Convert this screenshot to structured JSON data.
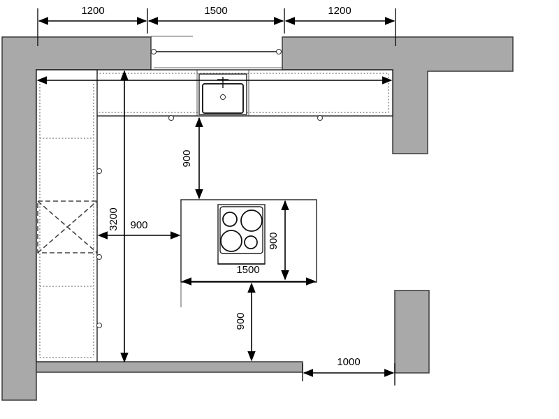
{
  "dimensions": {
    "top_left_width": "1200",
    "top_opening": "1500",
    "top_right_width": "1200",
    "cabinet_run_length": "3200",
    "side_clearance": "900",
    "top_clearance": "900",
    "bottom_clearance": "900",
    "island_width": "1500",
    "island_depth": "900",
    "doorway_width": "1000"
  },
  "colors": {
    "wall_fill": "#a9a9a9",
    "line": "#111111",
    "background": "#ffffff"
  }
}
